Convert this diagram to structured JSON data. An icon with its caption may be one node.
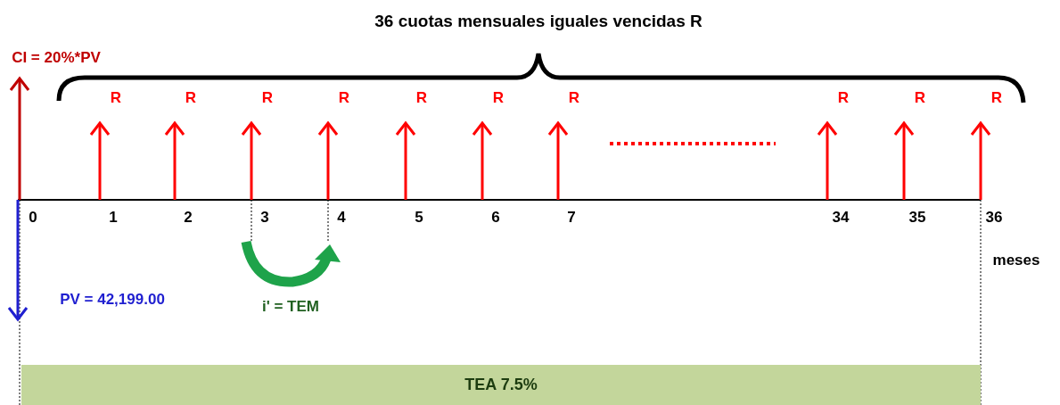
{
  "diagram": {
    "title": "36 cuotas mensuales iguales vencidas R",
    "nodes": [
      {
        "text": [
          "TEA 7.5%"
        ]
      }
    ],
    "labels": [
      "CI = 20%*PV",
      "R",
      "R",
      "R",
      "R",
      "R",
      "R",
      "R",
      "R",
      "R",
      "R",
      "0",
      "1",
      "2",
      "3",
      "4",
      "5",
      "6",
      "7",
      "34",
      "35",
      "36",
      "meses",
      "PV = 42,199.00",
      "i' = TEM"
    ]
  }
}
